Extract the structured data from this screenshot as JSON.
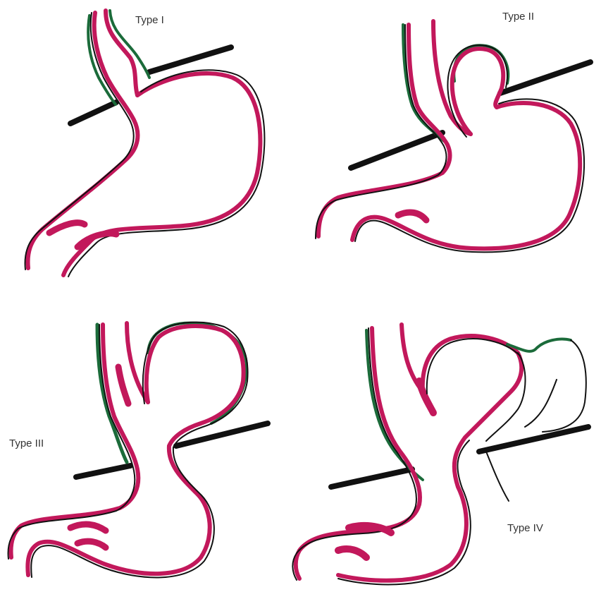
{
  "labels": {
    "type1": "Type I",
    "type2": "Type II",
    "type3": "Type III",
    "type4": "Type IV"
  },
  "colors": {
    "outline": "#111111",
    "wall": "#c2185b",
    "peritoneum": "#1b6b3a",
    "diaphragm": "#111111"
  }
}
